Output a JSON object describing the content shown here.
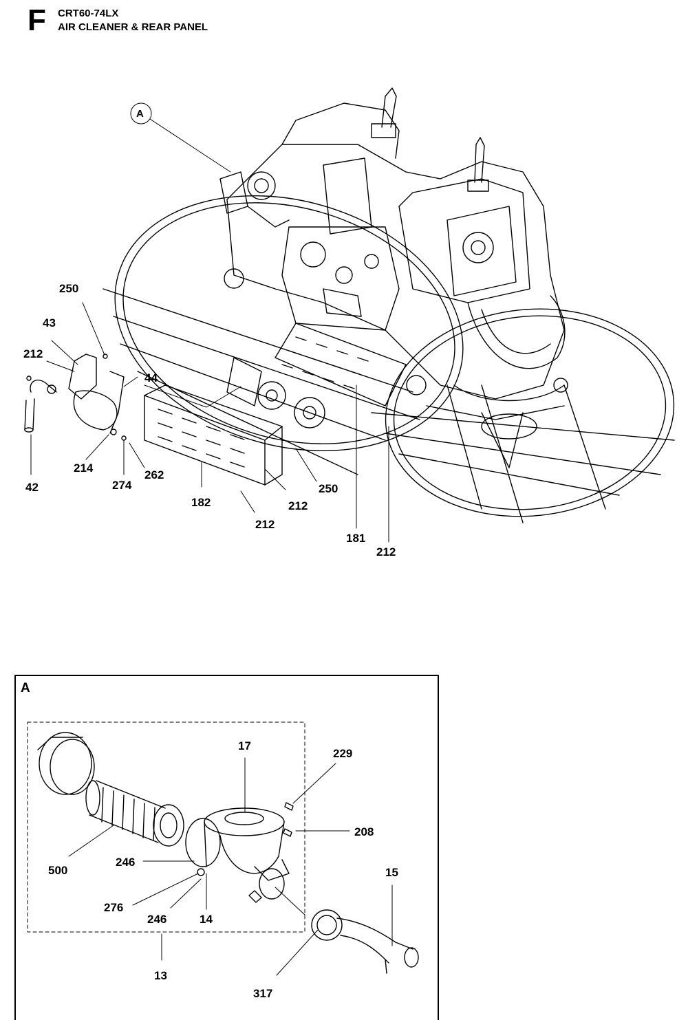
{
  "header": {
    "section_letter": "F",
    "model": "CRT60-74LX",
    "section_title": "AIR CLEANER & REAR PANEL"
  },
  "main_view": {
    "detail_marker": "A",
    "callouts": [
      "250",
      "43",
      "212",
      "44",
      "42",
      "214",
      "274",
      "262",
      "182",
      "212",
      "212",
      "250",
      "181",
      "212"
    ]
  },
  "detail_view": {
    "label": "A",
    "callouts": [
      "17",
      "229",
      "208",
      "500",
      "246",
      "276",
      "246",
      "14",
      "15",
      "13",
      "317"
    ]
  }
}
